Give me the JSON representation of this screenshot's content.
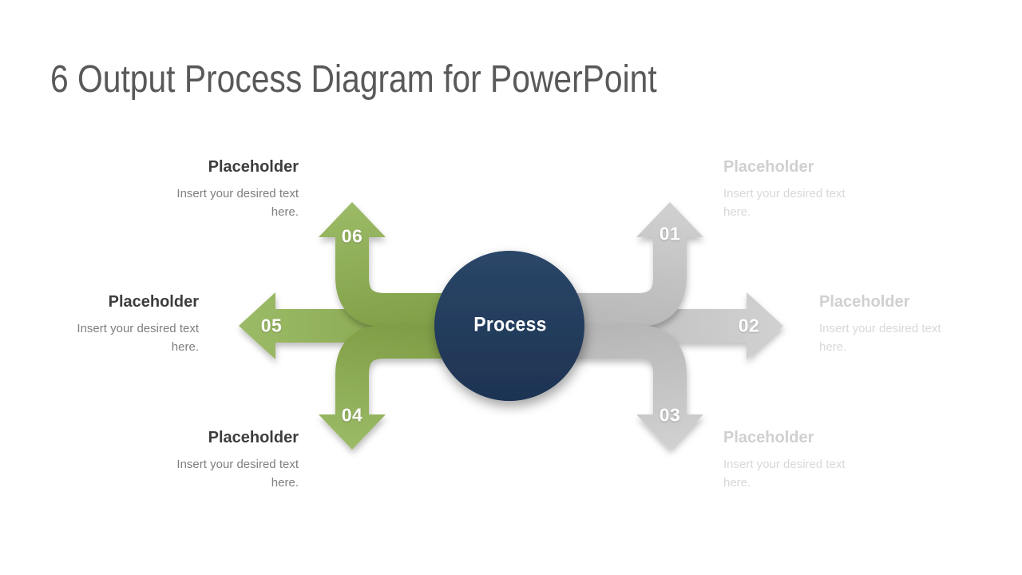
{
  "slide": {
    "title": "6 Output Process Diagram for PowerPoint"
  },
  "center": {
    "label": "Process"
  },
  "outputs": [
    {
      "number": "01",
      "side": "right",
      "direction": "up",
      "callout": {
        "heading": "Placeholder",
        "body": "Insert your desired text here."
      }
    },
    {
      "number": "02",
      "side": "right",
      "direction": "right",
      "callout": {
        "heading": "Placeholder",
        "body": "Insert your desired text here."
      }
    },
    {
      "number": "03",
      "side": "right",
      "direction": "down",
      "callout": {
        "heading": "Placeholder",
        "body": "Insert your desired text here."
      }
    },
    {
      "number": "04",
      "side": "left",
      "direction": "down",
      "callout": {
        "heading": "Placeholder",
        "body": "Insert your desired text here."
      }
    },
    {
      "number": "05",
      "side": "left",
      "direction": "left",
      "callout": {
        "heading": "Placeholder",
        "body": "Insert your desired text here."
      }
    },
    {
      "number": "06",
      "side": "left",
      "direction": "up",
      "callout": {
        "heading": "Placeholder",
        "body": "Insert your desired text here."
      }
    }
  ],
  "colors": {
    "green": "#8cae54",
    "green_light": "#9cbb67",
    "green_dark": "#7f9d45",
    "gray": "#c6c6c6",
    "gray_light": "#d1d1d1",
    "gray_dark": "#b6b6b6",
    "navy": "#24395b",
    "navy_light": "#2a4668",
    "navy_dark": "#1e3352",
    "title_text": "#595959",
    "callout_heading_left": "#3d3d3d",
    "callout_body_left": "#7f7f7f",
    "callout_heading_right": "#d0d0d0",
    "callout_body_right": "#d8d8d8",
    "number_text": "#ffffff"
  }
}
